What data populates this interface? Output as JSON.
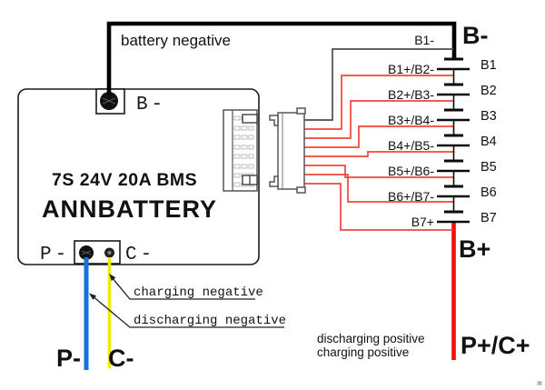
{
  "title": {
    "bms": "7S 24V 20A BMS",
    "watermark": "ANNBATTERY"
  },
  "board_terminals": {
    "b_minus": "B-",
    "p_minus": "P-",
    "c_minus": "C-"
  },
  "endpoint_labels": {
    "b_minus": "B-",
    "b_plus": "B+",
    "p_minus": "P-",
    "c_minus": "C-",
    "p_plus_c_plus": "P+/C+"
  },
  "wire_notes": {
    "battery_negative": "battery negative",
    "charging_negative": "charging negative",
    "discharging_negative": "discharging negative",
    "discharging_positive": "discharging positive",
    "charging_positive": "charging positive"
  },
  "battery_pack": {
    "junctions": [
      "B1-",
      "B1+/B2-",
      "B2+/B3-",
      "B3+/B4-",
      "B4+/B5-",
      "B5+/B6-",
      "B6+/B7-",
      "B7+"
    ],
    "cells": [
      "B1",
      "B2",
      "B3",
      "B4",
      "B5",
      "B6",
      "B7"
    ]
  },
  "colors": {
    "thin_red": "#f2453a",
    "thick_red": "#ee0e0e",
    "blue": "#1371e0",
    "yellow": "#f2e60a",
    "gray_wire": "#4d4d4d",
    "black_wire": "#000000",
    "watermark_gray": "#e2e2e2"
  }
}
